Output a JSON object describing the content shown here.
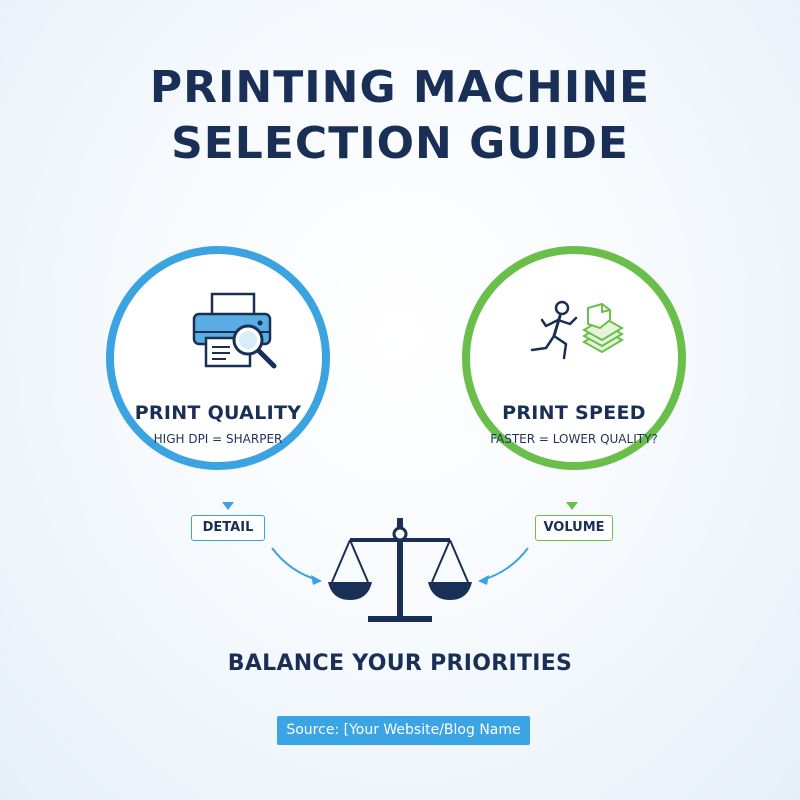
{
  "title": {
    "line1": "PRINTING MACHINE",
    "line2": "SELECTION GUIDE"
  },
  "quality": {
    "title": "PRINT QUALITY",
    "subtitle": "HIGH DPI = SHARPER",
    "tag": "DETAIL",
    "icon": "printer-magnifier-icon",
    "color": "#3ba3e0"
  },
  "speed": {
    "title": "PRINT SPEED",
    "subtitle": "FASTER = LOWER QUALITY?",
    "tag": "VOLUME",
    "icon": "runner-paper-stack-icon",
    "color": "#6abf4b"
  },
  "balance": {
    "label": "BALANCE YOUR PRIORITIES",
    "icon": "balance-scale-icon"
  },
  "source": {
    "label": "Source: [Your Website/Blog Name"
  },
  "colors": {
    "navy": "#1a2f55",
    "blue": "#3ba3e0",
    "green": "#6abf4b"
  }
}
